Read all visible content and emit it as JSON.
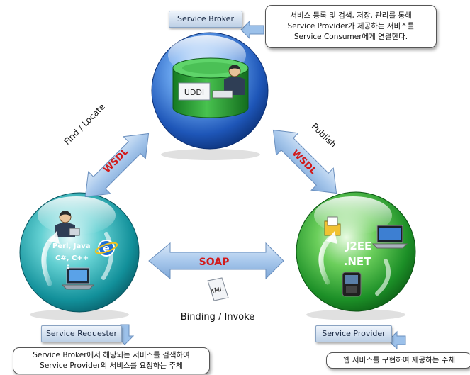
{
  "broker": {
    "label": "Service Broker",
    "desc": [
      "서비스 등록 및 검색, 저장, 관리를 통해",
      "Service Provider가 제공하는 서비스를",
      "Service Consumer에게 연결한다."
    ],
    "uddi": "UDDI"
  },
  "requester": {
    "label": "Service Requester",
    "desc": [
      "Service Broker에서 해당되는 서비스를 검색하여",
      "Service Provider의 서비스를 요청하는 주체"
    ],
    "languages": [
      "Perl, Java",
      "C#, C++",
      ":"
    ]
  },
  "provider": {
    "label": "Service Provider",
    "desc": [
      "웹 서비스를 구현하여 제공하는 주체"
    ],
    "platforms": [
      "J2EE",
      ".NET"
    ]
  },
  "arrows": {
    "left_protocol": "WSDL",
    "left_action": "Find / Locate",
    "right_protocol": "WSDL",
    "right_action": "Publish",
    "bottom_protocol": "SOAP",
    "bottom_action": "Binding  / Invoke",
    "doc_label": "XML"
  },
  "colors": {
    "blue_sphere": "#1e63c6",
    "teal_sphere": "#17a3a4",
    "green_sphere": "#1f9a2a",
    "cylinder": "#2aa336",
    "arrow_fill": "#9cc1ea",
    "arrow_text": "#d21a1a",
    "label_bg": "#c8d9ec"
  }
}
